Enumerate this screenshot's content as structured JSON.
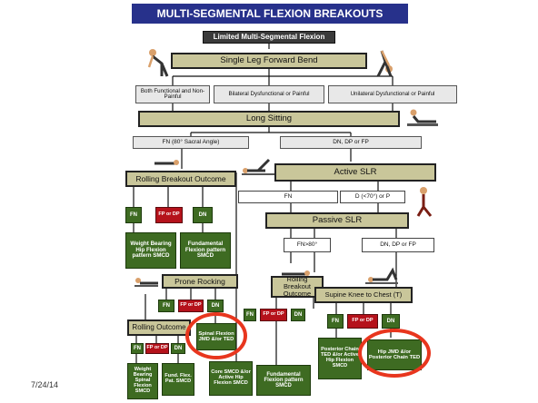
{
  "slide": {
    "title": "MULTI-SEGMENTAL FLEXION BREAKOUTS",
    "date": "7/24/14"
  },
  "diagram": {
    "limited": "Limited Multi-Segmental Flexion",
    "single_leg": "Single Leg Forward Bend",
    "both_functional": "Both Functional and Non-Painful",
    "bilateral": "Bilateral Dysfunctional or Painful",
    "unilateral": "Unilateral Dysfunctional or Painful",
    "long_sitting": "Long Sitting",
    "fn_sacral": "FN (80° Sacral Angle)",
    "dn_dp_fp": "DN, DP or FP",
    "rolling_breakout_1": "Rolling Breakout Outcome",
    "fn": "FN",
    "fp_or_dp": "FP or DP",
    "dn": "DN",
    "weight_bearing_hip": "Weight Bearing Hip Flexion pattern SMCD",
    "fundamental_flexion_1": "Fundamental Flexion pattern SMCD",
    "active_slr": "Active SLR",
    "slr_fn": "FN",
    "slr_d": "D (<70°) or P",
    "passive_slr": "Passive SLR",
    "fn_80": "FN>80°",
    "pslr_dn": "DN, DP or FP",
    "prone_rocking": "Prone Rocking",
    "rolling_breakout_2": "Rolling Breakout Outcome",
    "rolling_outcome_3": "Rolling Outcome",
    "spinal_flexion": "Spinal Flexion JMD &/or TED",
    "core_smcd": "Core SMCD &/or Active Hip Flexion SMCD",
    "fundamental_flexion_2": "Fundamental Flexion pattern SMCD",
    "weight_bearing_spinal": "Weight Bearing Spinal Flexion SMCD",
    "fund_flex_pat": "Fund. Flex. Pat. SMCD",
    "supine_knee": "Supine Knee to Chest (T)",
    "posterior_chain": "Posterior Chain TED &/or Active Hip Flexion SMCD",
    "hip_jmd": "Hip JMD &/or Posterior Chain TED"
  },
  "colors": {
    "banner": "#27318b",
    "olive_box": "#c9c69a",
    "green_box": "#3e6b22",
    "red_box": "#b5121b",
    "highlight_ring": "#e8361e"
  }
}
